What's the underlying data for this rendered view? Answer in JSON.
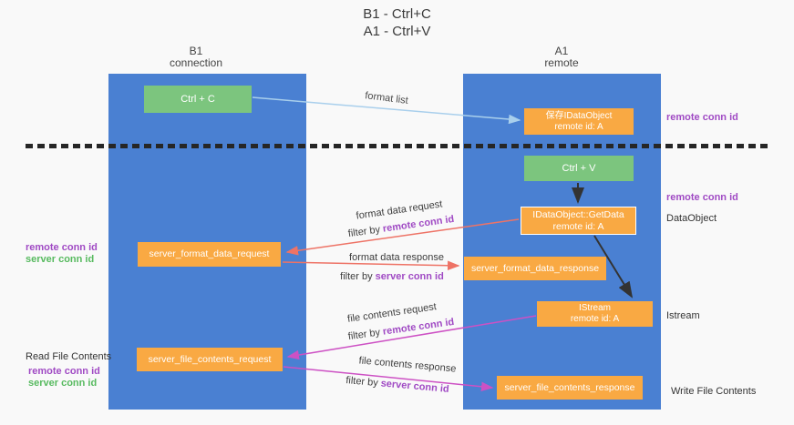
{
  "title": {
    "line1": "B1 - Ctrl+C",
    "line2": "A1 - Ctrl+V"
  },
  "columns": {
    "left": {
      "name": "B1",
      "role": "connection"
    },
    "right": {
      "name": "A1",
      "role": "remote"
    }
  },
  "boxes": {
    "ctrl_c": "Ctrl + C",
    "ctrl_v": "Ctrl + V",
    "save_idataobject": {
      "line1": "保存IDataObject",
      "line2": "remote id: A"
    },
    "idataobject_getdata": {
      "line1": "IDataObject::GetData",
      "line2": "remote id: A"
    },
    "istream": {
      "line1": "IStream",
      "line2": "remote id: A"
    },
    "server_format_data_request": "server_format_data_request",
    "server_format_data_response": "server_format_data_response",
    "server_file_contents_request": "server_file_contents_request",
    "server_file_contents_response": "server_file_contents_response"
  },
  "arrow_labels": {
    "format_list": "format list",
    "format_data_request": "format data request",
    "format_data_response": "format data response",
    "file_contents_request": "file contents request",
    "file_contents_response": "file contents response",
    "filter_by": "filter by",
    "remote_conn_id": "remote conn id",
    "server_conn_id": "server conn id"
  },
  "side_labels": {
    "remote_conn_id": "remote conn id",
    "server_conn_id": "server conn id",
    "dataobject": "DataObject",
    "istream": "Istream",
    "read_file_contents": "Read File Contents",
    "write_file_contents": "Write File Contents"
  },
  "colors": {
    "column_blue": "#4a80d2",
    "box_green": "#7cc57e",
    "box_orange": "#f9a943",
    "purple_label": "#a04ac4",
    "green_label": "#57ba5f",
    "arrow_light_blue": "#a9cfec",
    "arrow_red": "#ee7366",
    "arrow_magenta": "#cd51c4",
    "arrow_black": "#333333"
  }
}
